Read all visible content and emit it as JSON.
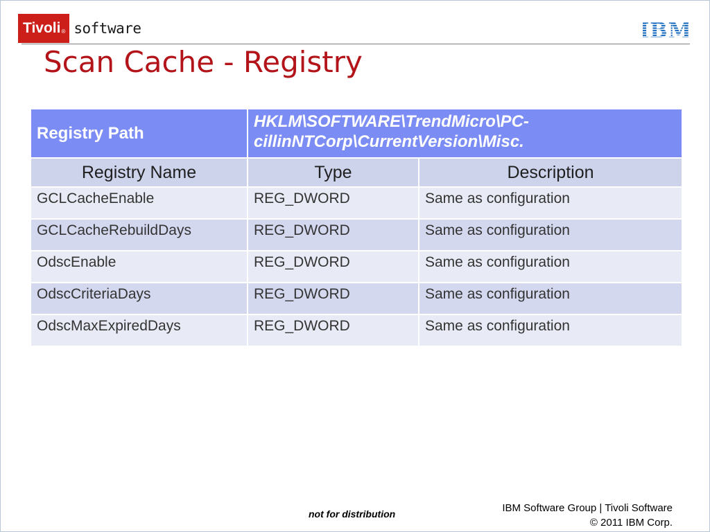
{
  "header": {
    "logo_text": "Tivoli",
    "logo_reg": "®",
    "logo_suffix": "software",
    "brand": "IBM"
  },
  "title": "Scan Cache - Registry",
  "table": {
    "path_label": "Registry Path",
    "path_value": "HKLM\\SOFTWARE\\TrendMicro\\PC-cillinNTCorp\\CurrentVersion\\Misc.",
    "columns": [
      "Registry Name",
      "Type",
      "Description"
    ],
    "rows": [
      [
        "GCLCacheEnable",
        "REG_DWORD",
        "Same as configuration"
      ],
      [
        "GCLCacheRebuildDays",
        "REG_DWORD",
        "Same as configuration"
      ],
      [
        "OdscEnable",
        "REG_DWORD",
        "Same as configuration"
      ],
      [
        "OdscCriteriaDays",
        "REG_DWORD",
        "Same as configuration"
      ],
      [
        "OdscMaxExpiredDays",
        "REG_DWORD",
        "Same as configuration"
      ]
    ]
  },
  "footer": {
    "note": "not for distribution",
    "line1": "IBM Software Group | Tivoli Software",
    "line2": "© 2011 IBM Corp."
  },
  "colors": {
    "title": "#b3141a",
    "logo_red": "#cc1f1a",
    "header_row": "#7b8cf4",
    "column_header": "#cdd3eb",
    "row_light": "#e8ebf6",
    "row_dark": "#d3d8ee",
    "ibm_blue": "#1f70c1"
  }
}
